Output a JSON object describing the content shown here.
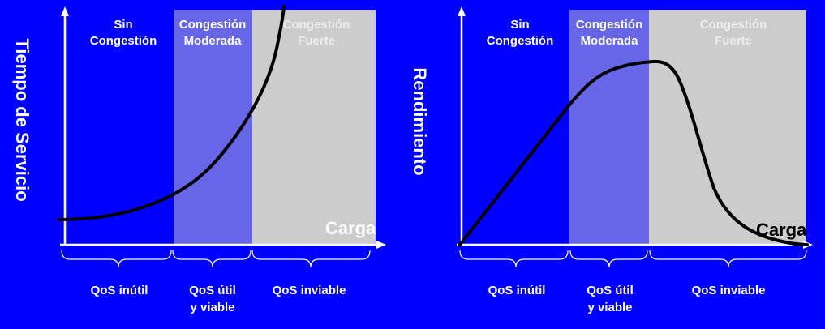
{
  "colors": {
    "background": "#0000ff",
    "zone_moderate": "#6666e6",
    "zone_strong": "#cccccc",
    "axis": "#ffffff",
    "curve": "#000000",
    "zone_text_light": "#ffffff",
    "zone_text_gray": "#e6e6ee",
    "carga_on_gray": "#ffffff",
    "carga_on_blue": "#000000"
  },
  "panels": [
    {
      "y_axis_title": "Tiempo de Servicio",
      "x_axis_label": "Carga",
      "zones": [
        {
          "line1": "Sin",
          "line2": "Congestión"
        },
        {
          "line1": "Congestión",
          "line2": "Moderada"
        },
        {
          "line1": "Congestión",
          "line2": "Fuerte"
        }
      ],
      "qos": [
        {
          "line1": "QoS inútil",
          "line2": ""
        },
        {
          "line1": "QoS útil",
          "line2": "y viable"
        },
        {
          "line1": "QoS inviable",
          "line2": ""
        }
      ],
      "curve": "service-time-rising"
    },
    {
      "y_axis_title": "Rendimiento",
      "x_axis_label": "Carga",
      "zones": [
        {
          "line1": "Sin",
          "line2": "Congestión"
        },
        {
          "line1": "Congestión",
          "line2": "Moderada"
        },
        {
          "line1": "Congestión",
          "line2": "Fuerte"
        }
      ],
      "qos": [
        {
          "line1": "QoS inútil",
          "line2": ""
        },
        {
          "line1": "QoS útil",
          "line2": "y viable"
        },
        {
          "line1": "QoS inviable",
          "line2": ""
        }
      ],
      "curve": "throughput-rise-and-collapse"
    }
  ]
}
